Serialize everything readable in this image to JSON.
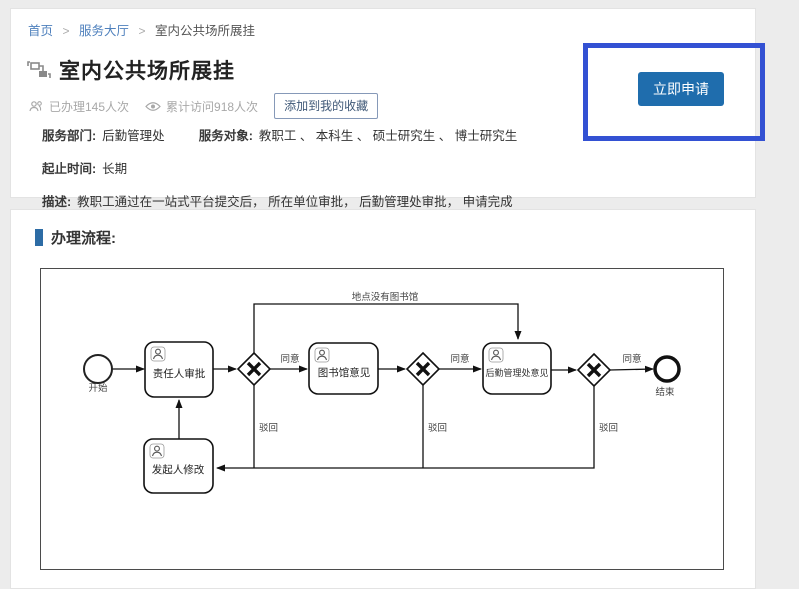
{
  "breadcrumb": {
    "separator": ">",
    "items": [
      "首页",
      "服务大厅",
      "室内公共场所展挂"
    ]
  },
  "header": {
    "title": "室内公共场所展挂",
    "handled_count": "已办理145人次",
    "visit_count": "累计访问918人次",
    "favorite_button": "添加到我的收藏",
    "apply_button": "立即申请"
  },
  "details": {
    "dept_label": "服务部门:",
    "dept_value": "后勤管理处",
    "target_label": "服务对象:",
    "target_value": "教职工 、 本科生 、 硕士研究生 、 博士研究生",
    "time_label": "起止时间:",
    "time_value": "长期",
    "desc_label": "描述:",
    "desc_value": "教职工通过在一站式平台提交后， 所在单位审批， 后勤管理处审批， 申请完成"
  },
  "process": {
    "section_title": "办理流程:",
    "flow": {
      "start": "开始",
      "end": "结束",
      "task_responsible": "责任人审批",
      "task_library": "图书馆意见",
      "task_logistics": "后勤管理处意见",
      "task_initiator": "发起人修改",
      "agree1": "同意",
      "agree2": "同意",
      "agree3": "同意",
      "reject1": "驳回",
      "reject2": "驳回",
      "reject3": "驳回",
      "bypass": "地点没有图书馆"
    }
  },
  "colors": {
    "accent_blue": "#2d6ca5",
    "button_blue": "#1f6dad",
    "annotation_blue": "#3351d3",
    "link_blue": "#4f81bd"
  }
}
